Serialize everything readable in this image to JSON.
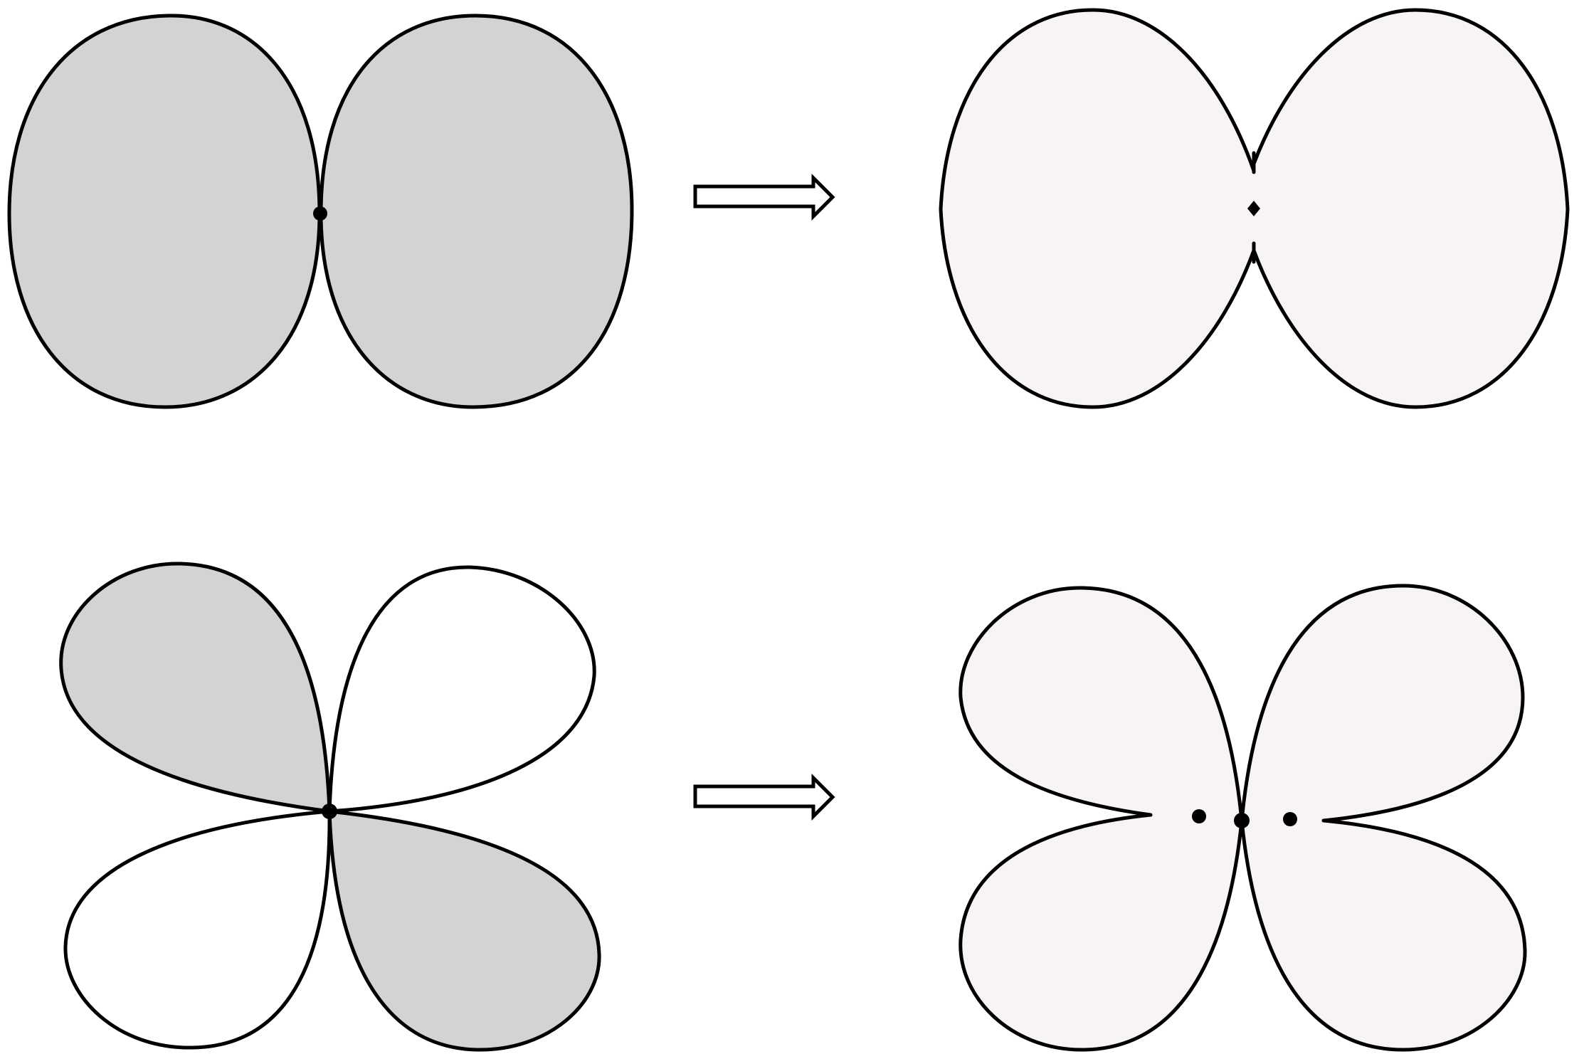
{
  "colors": {
    "background": "#ffffff",
    "stroke": "#000000",
    "shaded_lobe": "#d3d3d3",
    "unshaded_lobe": "#ffffff",
    "result_fill": "#f8f3f4",
    "marker": "#000000"
  },
  "rows": [
    {
      "input_shape": "two-lobe figure-eight, both lobes shaded",
      "input_lobe_fills": [
        "shaded_lobe",
        "shaded_lobe"
      ],
      "input_marker_count": 1,
      "arrow": "double-shaft-arrow-right",
      "output_shape": "merged peanut outline with detached central point",
      "output_marker_count": 1
    },
    {
      "input_shape": "four-lobe figure, upper-left and lower-right lobes shaded",
      "input_lobe_fills": [
        "shaded_lobe",
        "unshaded_lobe",
        "unshaded_lobe",
        "shaded_lobe"
      ],
      "input_marker_count": 1,
      "arrow": "double-shaft-arrow-right",
      "output_shape": "butterfly outline with three points",
      "output_marker_count": 3
    }
  ]
}
